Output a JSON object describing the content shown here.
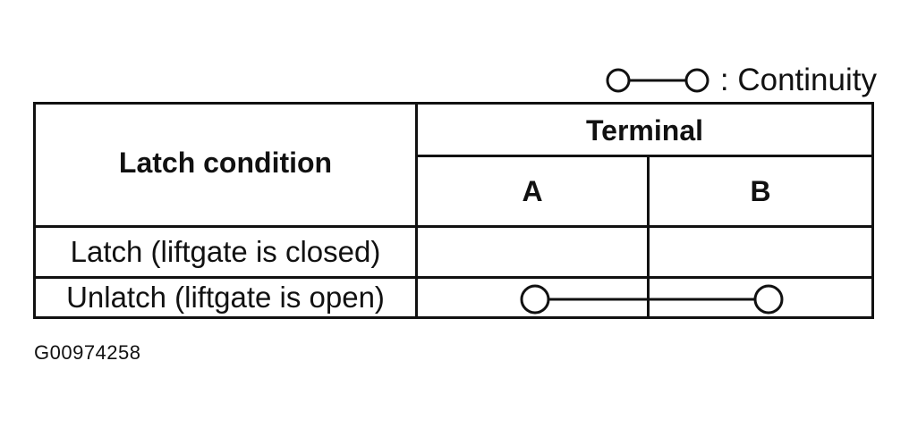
{
  "legend": {
    "symbol": "continuity-symbol-icon",
    "text": ": Continuity"
  },
  "table": {
    "header": {
      "latch_condition": "Latch condition",
      "terminal": "Terminal",
      "terminals": [
        "A",
        "B"
      ]
    },
    "rows": [
      {
        "condition": "Latch (liftgate is closed)",
        "continuity": []
      },
      {
        "condition": "Unlatch (liftgate is open)",
        "continuity": [
          "A",
          "B"
        ]
      }
    ]
  },
  "figure_id": "G00974258",
  "colors": {
    "ink": "#111111",
    "background": "#ffffff"
  }
}
